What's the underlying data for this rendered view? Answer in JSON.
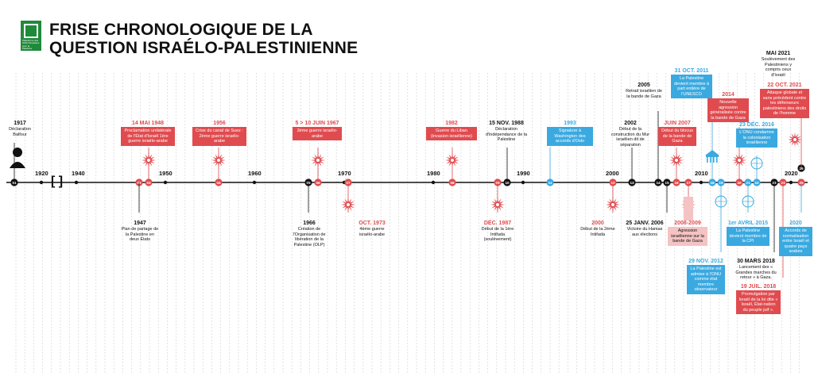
{
  "header": {
    "title_line1": "FRISE CHRONOLOGIQUE DE LA",
    "title_line2": "QUESTION ISRAÉLO-PALESTINIENNE",
    "logo_text": "Plateforme des ONG françaises pour la Palestine"
  },
  "axis": {
    "bracket_label": "[ ]",
    "years": [
      "1920",
      "1940",
      "1950",
      "1960",
      "1970",
      "1980",
      "1990",
      "2000",
      "2010",
      "2020"
    ]
  },
  "colors": {
    "red": "#e04b4f",
    "blue": "#3aa9e0",
    "black": "#111111"
  },
  "events": {
    "e1917": {
      "date": "1917",
      "text": "Déclaration Balfour"
    },
    "e1947": {
      "date": "1947",
      "text": "Plan de partage de la Palestine en deux États"
    },
    "e1948": {
      "date": "14 MAI 1948",
      "text": "Proclamation unilatérale de l'État d'Israël 1ère guerre israélo-arabe"
    },
    "e1956": {
      "date": "1956",
      "text": "Crise du canal de Suez : 2ème guerre israélo-arabe"
    },
    "e1966": {
      "date": "1966",
      "text": "Création de l'Organisation de libération de la Palestine (OLP)"
    },
    "e1967": {
      "date": "5 > 10 JUIN 1967",
      "text": "3ème guerre israélo-arabe"
    },
    "e1973": {
      "date": "OCT. 1973",
      "text": "4ème guerre israélo-arabe"
    },
    "e1982": {
      "date": "1982",
      "text": "Guerre du Liban (invasion israélienne)"
    },
    "e1987": {
      "date": "DÉC. 1987",
      "text": "Début de la 1ère Intifada (soulèvement)"
    },
    "e1988": {
      "date": "15 NOV. 1988",
      "text": "Déclaration d'indépendance de la Palestine"
    },
    "e1993": {
      "date": "1993",
      "text": "Signature à Washington des accords d'Oslo"
    },
    "e2000": {
      "date": "2000",
      "text": "Début de la 2ème Intifada"
    },
    "e2002": {
      "date": "2002",
      "text": "Début de la construction du Mur israélien dit de séparation"
    },
    "e2005": {
      "date": "2005",
      "text": "Retrait israélien de la bande de Gaza"
    },
    "e2006": {
      "date": "25 JANV. 2006",
      "text": "Victoire du Hamas aux élections"
    },
    "e2007": {
      "date": "JUIN 2007",
      "text": "Début du blocus de la bande de Gaza"
    },
    "e2008": {
      "date": "2008-2009",
      "text": "Agression israélienne sur la bande de Gaza"
    },
    "e2011": {
      "date": "31 OCT. 2011",
      "text": "La Palestine devient membre à part entière de l'UNESCO"
    },
    "e2012": {
      "date": "29 NOV. 2012",
      "text": "La Palestine est admise à l'ONU comme état membre observateur"
    },
    "e2014": {
      "date": "2014",
      "text": "Nouvelle agression généralisée contre la bande de Gaza"
    },
    "e2015": {
      "date": "1er AVRIL 2015",
      "text": "La Palestine devient membre de la CPI"
    },
    "e2016": {
      "date": "23 DÉC. 2016",
      "text": "L'ONU condamne la colonisation israélienne"
    },
    "e2018a": {
      "date": "30 MARS 2018",
      "text": "Lancement des « Grandes marches du retour » à Gaza."
    },
    "e2018b": {
      "date": "19 JUIL. 2018",
      "text": "Promulgation par Israël de la loi dite « Israël, État-nation du peuple juif »."
    },
    "e2020": {
      "date": "2020",
      "text": "Accords de normalisation entre Israël et quatre pays arabes"
    },
    "e2021a": {
      "date": "MAI 2021",
      "text": "Soulèvement des Palestiniens y compris ceux d'Israël"
    },
    "e2021b": {
      "date": "22 OCT. 2021",
      "text": "Attaque globale et sans précédent contre les défenseurs palestiniens des droits de l'homme"
    }
  },
  "markers": [
    "01",
    "02",
    "03",
    "04",
    "05",
    "06",
    "07",
    "08",
    "09",
    "10",
    "11",
    "12",
    "13",
    "14",
    "15",
    "16",
    "17",
    "18",
    "19",
    "20",
    "21",
    "22",
    "23",
    "24",
    "25",
    "26"
  ]
}
